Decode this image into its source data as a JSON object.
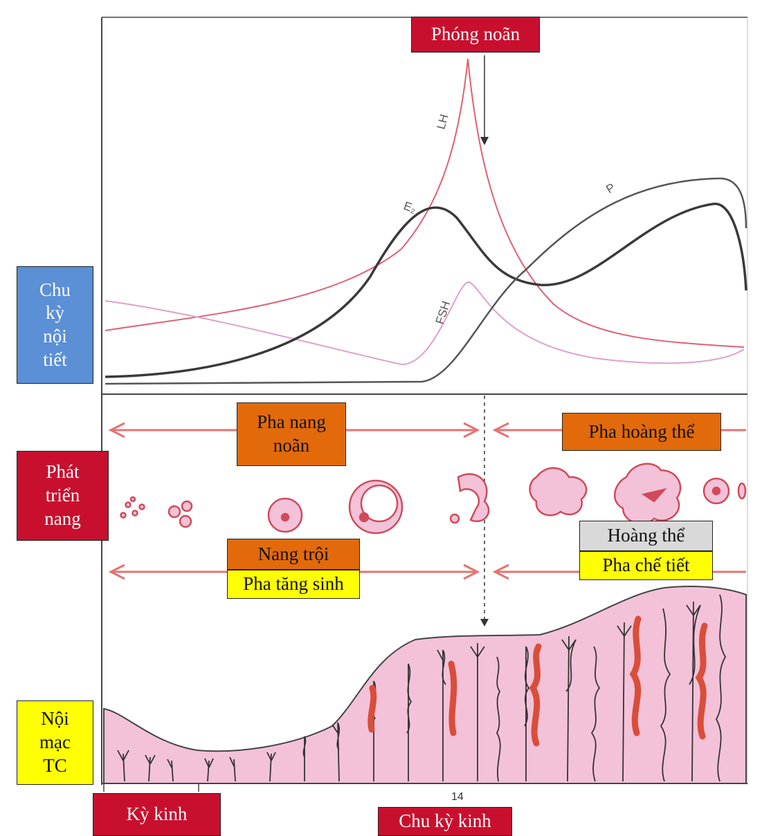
{
  "labels": {
    "ovulation": "Phóng noãn",
    "endocrine_cycle": "Chu\nkỳ\nnội\ntiết",
    "follicle_development": "Phát\ntriển\nnang",
    "endometrium": "Nội\nmạc\nTC",
    "follicular_phase": "Pha nang\nnoãn",
    "luteal_phase": "Pha hoàng thể",
    "dominant_follicle": "Nang trội",
    "proliferative_phase": "Pha tăng sinh",
    "corpus_luteum": "Hoàng thể",
    "secretory_phase": "Pha chế tiết",
    "menses": "Kỳ kinh",
    "menstrual_cycle": "Chu kỳ kinh"
  },
  "hormones": {
    "lh": "LH",
    "fsh": "FSH",
    "e2": "E₂",
    "p": "P"
  },
  "axis": {
    "day_tick": "14"
  },
  "colors": {
    "lh": "#e06070",
    "fsh": "#e0a0c8",
    "e2": "#3a3a3a",
    "p": "#555555",
    "arrow": "#e57373",
    "tissue": "#f3c2d8",
    "gland": "#d94e3a",
    "frame": "#444444"
  }
}
